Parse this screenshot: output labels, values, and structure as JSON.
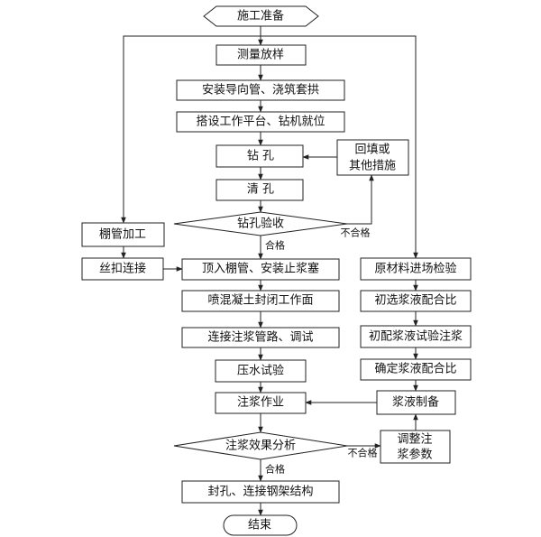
{
  "nodes": {
    "start": "施工准备",
    "survey": "测量放样",
    "install_guide": "安装导向管、浇筑套拱",
    "platform": "搭设工作平台、钻机就位",
    "drill": "钻 孔",
    "backfill_line1": "回填或",
    "backfill_line2": "其他措施",
    "clean_hole": "清 孔",
    "drill_accept": "钻孔验收",
    "shed_pipe": "棚管加工",
    "thread_connect": "丝扣连接",
    "push_pipe": "顶入棚管、安装止浆塞",
    "shotcrete": "喷混凝土封闭工作面",
    "connect_pipeline": "连接注浆管路、调试",
    "pressure_test": "压水试验",
    "grouting": "注浆作业",
    "grout_analysis": "注浆效果分析",
    "seal_hole": "封孔、连接钢架结构",
    "end": "结束",
    "material_check": "原材料进场检验",
    "initial_mix": "初选浆液配合比",
    "trial_grout": "初配浆液试验注浆",
    "final_mix": "确定浆液配合比",
    "slurry_prep": "浆液制备",
    "adjust_line1": "调整注",
    "adjust_line2": "浆参数"
  },
  "edge_labels": {
    "pass_1": "合格",
    "fail_1": "不合格",
    "pass_2": "合格",
    "fail_2": "不合格"
  }
}
